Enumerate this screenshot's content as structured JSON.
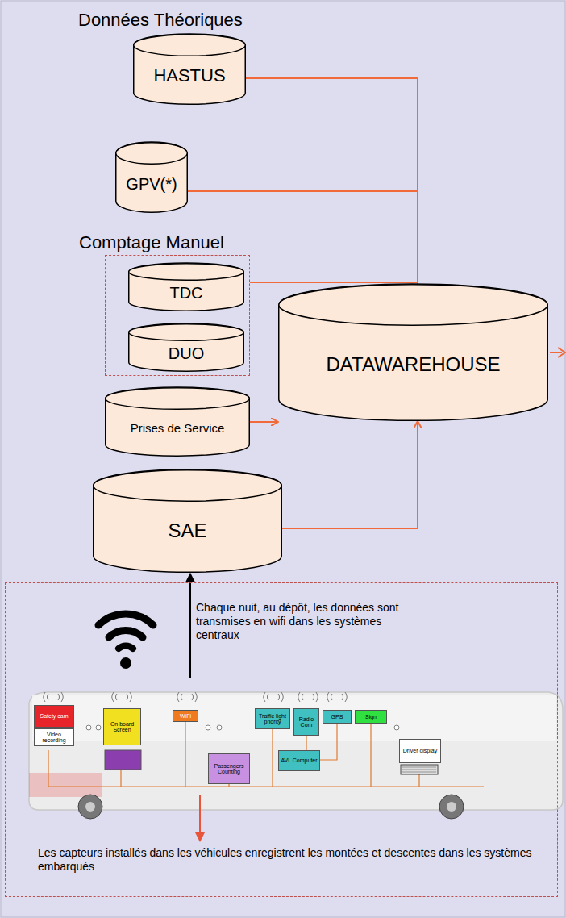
{
  "diagram": {
    "nodes": [
      {
        "text": [
          "Données Théoriques",
          "HASTUS"
        ]
      },
      {
        "text": [
          "GPV(*)"
        ]
      },
      {
        "text": [
          "Comptage Manuel"
        ]
      },
      {
        "text": [
          "TDC"
        ],
        "in": 2
      },
      {
        "text": [
          "DUO"
        ],
        "in": 2
      },
      {
        "text": [
          "DATAWAREHOUSE"
        ]
      },
      {
        "text": [
          "Prises de Service"
        ]
      },
      {
        "text": [
          "SAE"
        ]
      },
      {
        "text": [
          "Chaque nuit, au dépôt, les données sont transmises en wifi dans les systèmes centraux",
          "Les capteurs installés dans les véhicules enregistrent les montées et descentes dans les systèmes embarqués"
        ]
      }
    ],
    "edges": [
      {
        "from": 0,
        "to": 5,
        "arrow": "to"
      },
      {
        "from": 1,
        "to": 5,
        "arrow": "to"
      },
      {
        "from": 2,
        "to": 5,
        "arrow": "to"
      },
      {
        "from": 6,
        "to": 5,
        "arrow": "to"
      },
      {
        "from": 7,
        "to": 5,
        "arrow": "to"
      },
      {
        "from": 8,
        "to": 7,
        "arrow": "to"
      }
    ],
    "labels": [
      "Safety cam",
      "Video recording",
      "On board Screen",
      "WiFi",
      "Passengers Counting",
      "Traffic light priority",
      "Radio Com",
      "GPS",
      "Sign",
      "AVL Computer",
      "Driver display"
    ]
  }
}
